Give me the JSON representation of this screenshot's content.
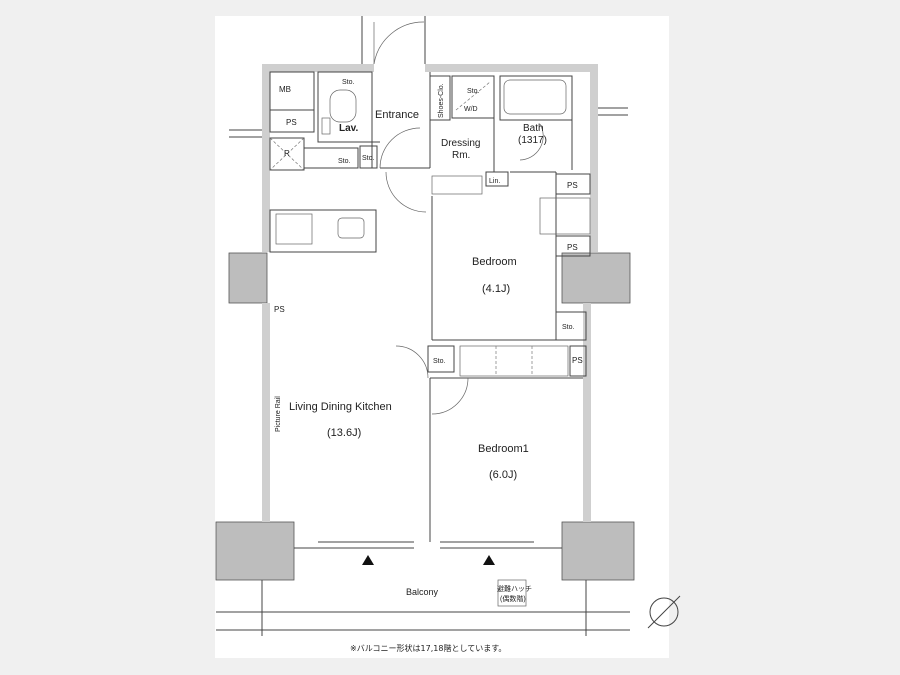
{
  "rooms": {
    "mb": "MB",
    "ps_top": "PS",
    "refrigerator_mark": "R",
    "sto_kitchen": "Sto.",
    "sto_entry": "Sto.",
    "sto_lav": "Sto.",
    "lav": "Lav.",
    "entrance": "Entrance",
    "shoes_closet": "Shoes-Clo.",
    "sto_laundry": "Sto.",
    "wd": "W/D",
    "bath": "Bath",
    "bath_size": "(1317)",
    "dressing_line1": "Dressing",
    "dressing_line2": "Rm.",
    "lin": "Lin.",
    "ps_right_top": "PS",
    "ps_right_mid": "PS",
    "bedroom": "Bedroom",
    "bedroom_size": "(4.1J)",
    "sto_bedroom": "Sto.",
    "ps_left": "PS",
    "sto_hall": "Sto.",
    "ps_right_low": "PS",
    "ldk": "Living Dining Kitchen",
    "ldk_size": "(13.6J)",
    "picture_rail": "Picture Rail",
    "bedroom1": "Bedroom1",
    "bedroom1_size": "(6.0J)",
    "balcony": "Balcony",
    "hatch_line1": "避難ハッチ",
    "hatch_line2": "(偶数階)"
  },
  "note": "※バルコニー形状は17,18階としています。"
}
